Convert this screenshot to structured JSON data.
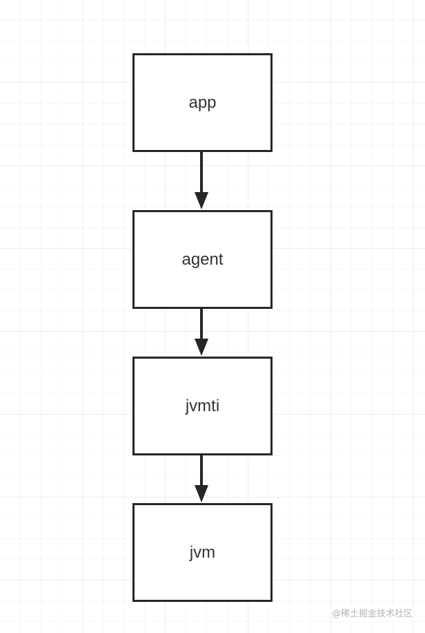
{
  "diagram": {
    "nodes": [
      {
        "id": "app",
        "label": "app"
      },
      {
        "id": "agent",
        "label": "agent"
      },
      {
        "id": "jvmti",
        "label": "jvmti"
      },
      {
        "id": "jvm",
        "label": "jvm"
      }
    ],
    "edges": [
      {
        "from": "app",
        "to": "agent"
      },
      {
        "from": "agent",
        "to": "jvmti"
      },
      {
        "from": "jvmti",
        "to": "jvm"
      }
    ],
    "colors": {
      "border": "#262626",
      "text": "#333333",
      "arrow": "#262626"
    }
  },
  "watermark": "@稀土掘金技术社区"
}
